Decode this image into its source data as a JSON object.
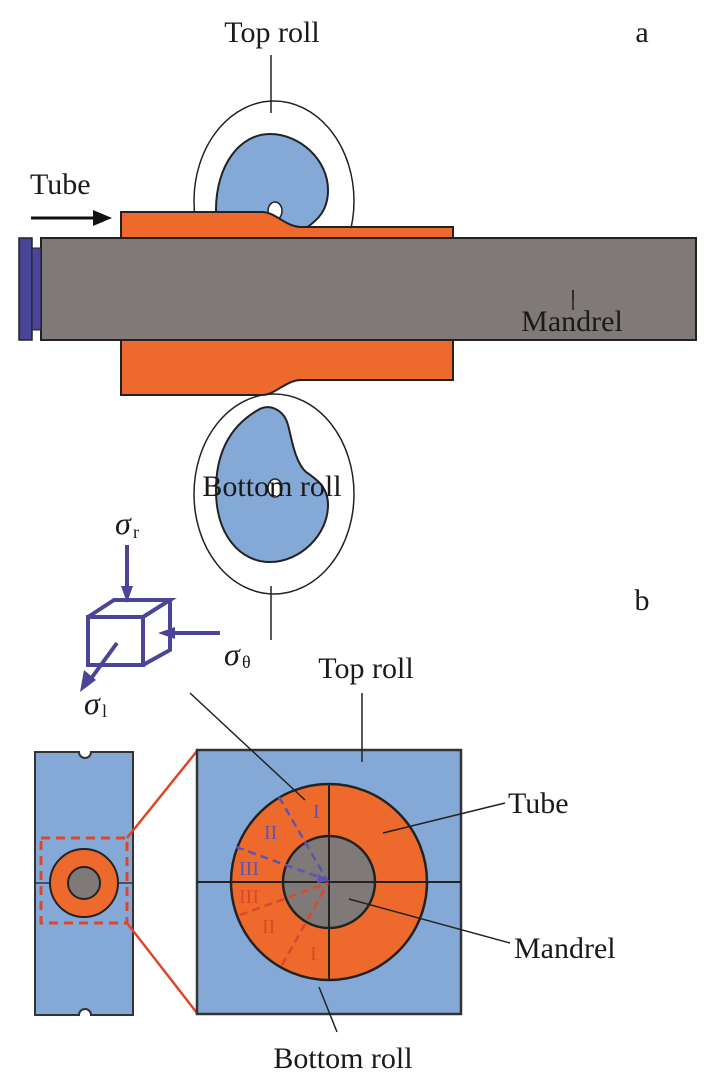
{
  "figure": {
    "panel_a": {
      "panel_label": "a",
      "labels": {
        "top_roll": "Top roll",
        "bottom_roll": "Bottom roll",
        "tube": "Tube",
        "mandrel": "Mandrel"
      }
    },
    "panel_b": {
      "panel_label": "b",
      "labels": {
        "top_roll": "Top roll",
        "bottom_roll": "Bottom roll",
        "tube": "Tube",
        "mandrel": "Mandrel"
      },
      "stress_symbols": {
        "radial": {
          "symbol": "σ",
          "subscript": "r"
        },
        "hoop": {
          "symbol": "σ",
          "subscript": "θ"
        },
        "longitudinal": {
          "symbol": "σ",
          "subscript": "l"
        }
      },
      "zones_upper": [
        "I",
        "II",
        "III"
      ],
      "zones_lower": [
        "III",
        "II",
        "I"
      ]
    },
    "colors": {
      "roll_blue": "#85a9d6",
      "tube_orange": "#ee6a2c",
      "mandrel_gray": "#7f7a78",
      "stress_purple": "#4b4598",
      "zone_red": "#e0452a",
      "outline": "#222222",
      "end_cap": "#4b4598"
    }
  }
}
